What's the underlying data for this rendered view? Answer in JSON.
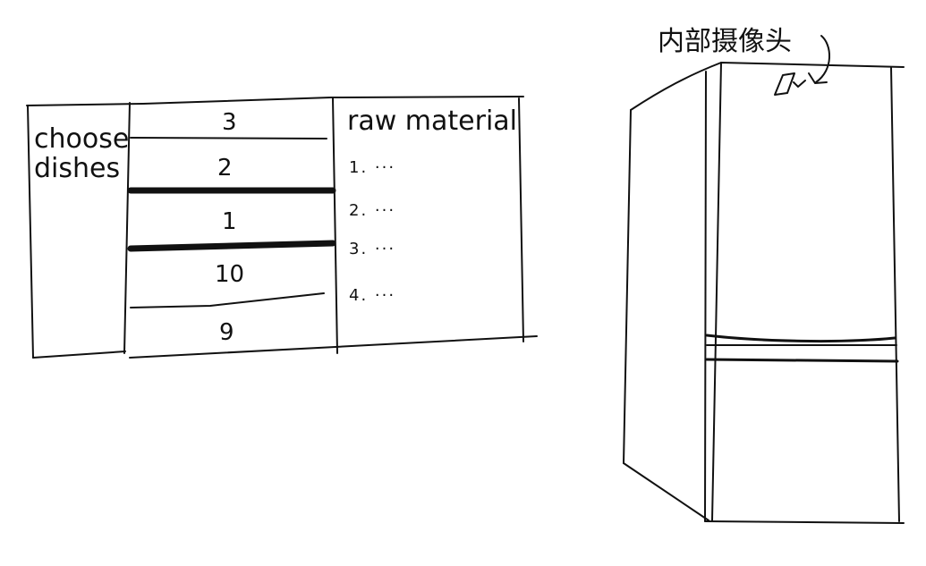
{
  "ink_color": "#111111",
  "choose_label": [
    "choose",
    "dishes"
  ],
  "dish_numbers": [
    "3",
    "2",
    "1",
    "10",
    "9"
  ],
  "selected_separator_indices": [
    1,
    2
  ],
  "raw_material_heading": "raw material",
  "raw_material_items": [
    "1. ···",
    "2. ···",
    "3. ···",
    "4. ···"
  ],
  "fridge": {
    "camera_label": "内部摄像头",
    "camera_icon": "camera-icon"
  }
}
